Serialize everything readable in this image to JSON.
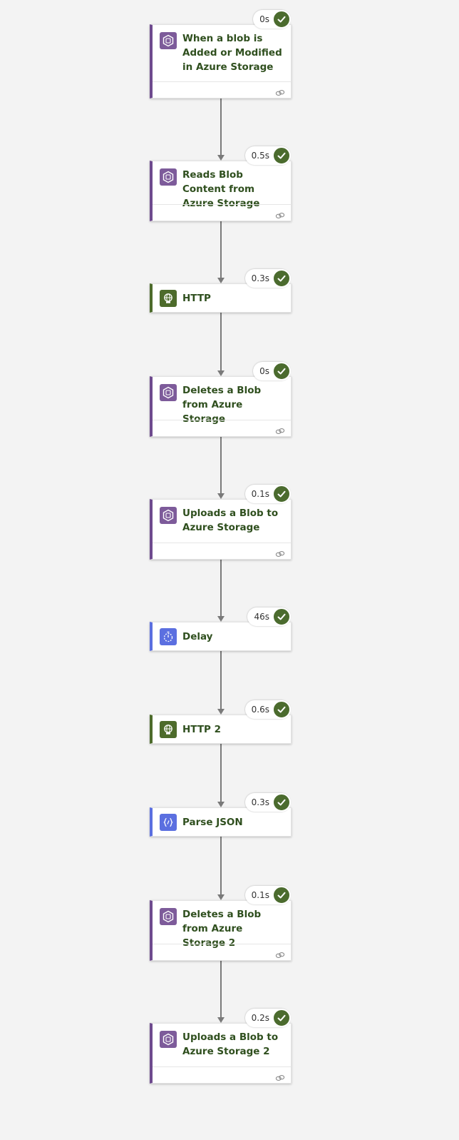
{
  "colors": {
    "background": "#f3f3f3",
    "storage_accent": "#6e4a8e",
    "http_accent": "#4d6b2b",
    "blue_accent": "#5b6fe0",
    "title_text": "#2f4f1e",
    "success": "#4b6b2e"
  },
  "steps": [
    {
      "title": "When a blob is Added or Modified in Azure Storage",
      "duration": "0s",
      "status": "succeeded",
      "icon": "azure-storage-icon",
      "kind": "storage",
      "has_footer": true
    },
    {
      "title": "Reads Blob Content from Azure Storage",
      "duration": "0.5s",
      "status": "succeeded",
      "icon": "azure-storage-icon",
      "kind": "storage",
      "has_footer": true
    },
    {
      "title": "HTTP",
      "duration": "0.3s",
      "status": "succeeded",
      "icon": "http-globe-icon",
      "kind": "http",
      "has_footer": false
    },
    {
      "title": "Deletes a Blob from Azure Storage",
      "duration": "0s",
      "status": "succeeded",
      "icon": "azure-storage-icon",
      "kind": "storage",
      "has_footer": true
    },
    {
      "title": "Uploads a Blob to Azure Storage",
      "duration": "0.1s",
      "status": "succeeded",
      "icon": "azure-storage-icon",
      "kind": "storage",
      "has_footer": true
    },
    {
      "title": "Delay",
      "duration": "46s",
      "status": "succeeded",
      "icon": "timer-icon",
      "kind": "blue",
      "has_footer": false
    },
    {
      "title": "HTTP 2",
      "duration": "0.6s",
      "status": "succeeded",
      "icon": "http-globe-icon",
      "kind": "http",
      "has_footer": false
    },
    {
      "title": "Parse JSON",
      "duration": "0.3s",
      "status": "succeeded",
      "icon": "parse-json-icon",
      "kind": "blue",
      "has_footer": false
    },
    {
      "title": "Deletes a Blob from Azure Storage 2",
      "duration": "0.1s",
      "status": "succeeded",
      "icon": "azure-storage-icon",
      "kind": "storage",
      "has_footer": true
    },
    {
      "title": "Uploads a Blob to Azure Storage 2",
      "duration": "0.2s",
      "status": "succeeded",
      "icon": "azure-storage-icon",
      "kind": "storage",
      "has_footer": true
    }
  ]
}
